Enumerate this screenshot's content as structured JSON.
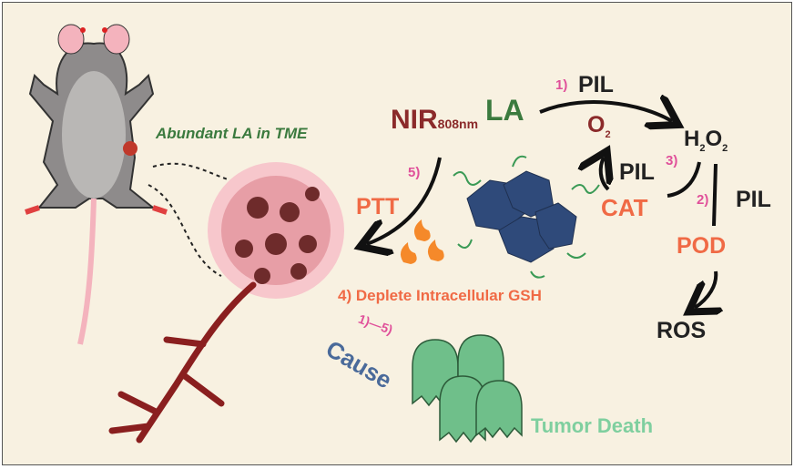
{
  "labels": {
    "abundant_la": "Abundant LA in TME",
    "nir": "NIR",
    "nir_sub": "808nm",
    "la": "LA",
    "step1": "1)",
    "pil1": "PIL",
    "o2": "O",
    "o2_sub": "2",
    "h2o2_h": "H",
    "h2o2_sub1": "2",
    "h2o2_o": "O",
    "h2o2_sub2": "2",
    "step3": "3)",
    "pil3": "PIL",
    "cat": "CAT",
    "step2": "2)",
    "pil2": "PIL",
    "pod": "POD",
    "ros": "ROS",
    "step5": "5)",
    "ptt": "PTT",
    "step4": "4) Deplete Intracellular GSH",
    "cause_steps": "1)—5)",
    "cause": "Cause",
    "tumor_death": "Tumor Death"
  },
  "colors": {
    "background": "#f8f1e1",
    "nir": "#8b2a2a",
    "la": "#3b7a3e",
    "step": "#e0509a",
    "enzyme": "#f06a45",
    "cause": "#4a6a9a",
    "tumor_death": "#7fcf9f",
    "nanoparticle": "#2f4a7a"
  }
}
